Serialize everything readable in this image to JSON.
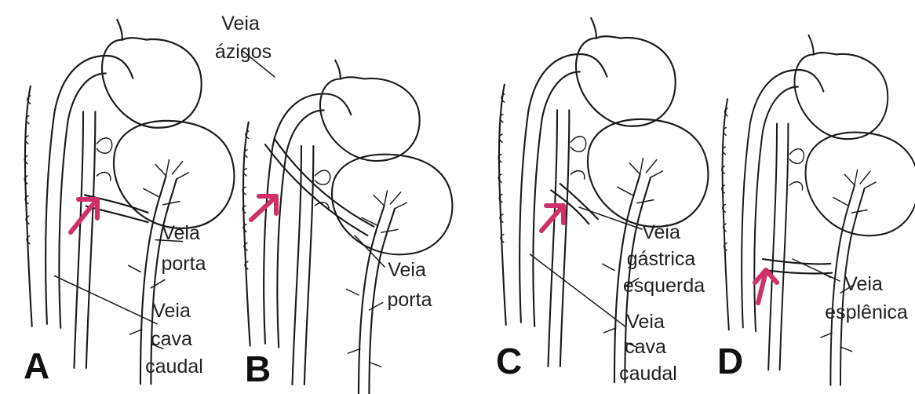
{
  "colors": {
    "ink": "#1a1a1a",
    "arrow": "#d0306a",
    "background": "#ffffff"
  },
  "panels": [
    {
      "letter": "A",
      "labels": {
        "portal_line1": "Veia",
        "portal_line2": "porta",
        "cava_line1": "Veia",
        "cava_line2": "cava",
        "cava_line3": "caudal"
      }
    },
    {
      "letter": "B",
      "labels": {
        "azygos_line1": "Veia",
        "azygos_line2": "ázigos",
        "portal_line1": "Veia",
        "portal_line2": "porta"
      }
    },
    {
      "letter": "C",
      "labels": {
        "gastric_line1": "Veia",
        "gastric_line2": "gástrica",
        "gastric_line3": "esquerda",
        "cava_line1": "Veia",
        "cava_line2": "cava",
        "cava_line3": "caudal"
      }
    },
    {
      "letter": "D",
      "labels": {
        "splenic_line1": "Veia",
        "splenic_line2": "esplênica"
      }
    }
  ]
}
